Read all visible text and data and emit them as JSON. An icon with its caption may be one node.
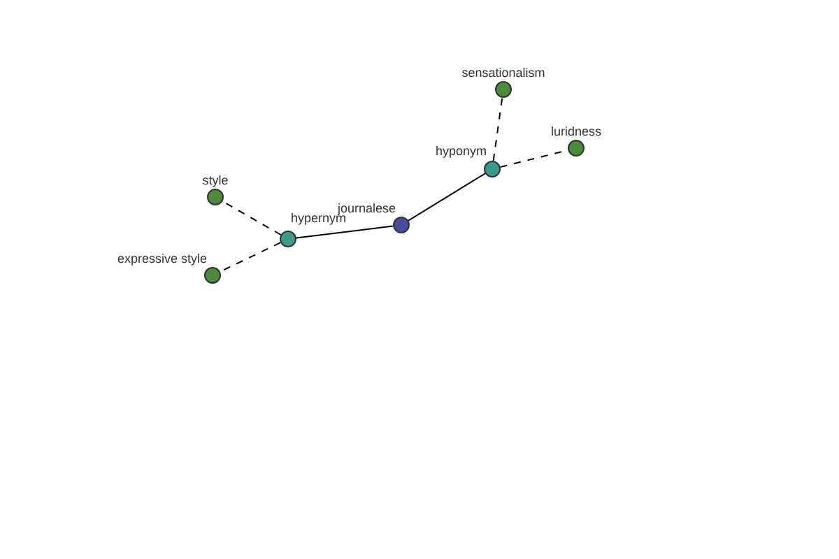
{
  "diagram": {
    "nodes": [
      {
        "text": [
          "sensationalism"
        ]
      },
      {
        "text": [
          "luridness"
        ]
      },
      {
        "text": [
          "hyponym"
        ]
      },
      {
        "text": [
          "style"
        ]
      },
      {
        "text": [
          "journalese"
        ]
      },
      {
        "text": [
          "hypernym"
        ]
      },
      {
        "text": [
          "expressive style"
        ]
      }
    ],
    "edges": [
      {
        "from": 4,
        "to": 2,
        "arrow": "none"
      },
      {
        "from": 4,
        "to": 5,
        "arrow": "none"
      },
      {
        "from": 2,
        "to": 0,
        "arrow": "none",
        "style": "dashed"
      },
      {
        "from": 2,
        "to": 1,
        "arrow": "none",
        "style": "dashed"
      },
      {
        "from": 5,
        "to": 3,
        "arrow": "none",
        "style": "dashed"
      },
      {
        "from": 5,
        "to": 6,
        "arrow": "none",
        "style": "dashed"
      }
    ]
  }
}
